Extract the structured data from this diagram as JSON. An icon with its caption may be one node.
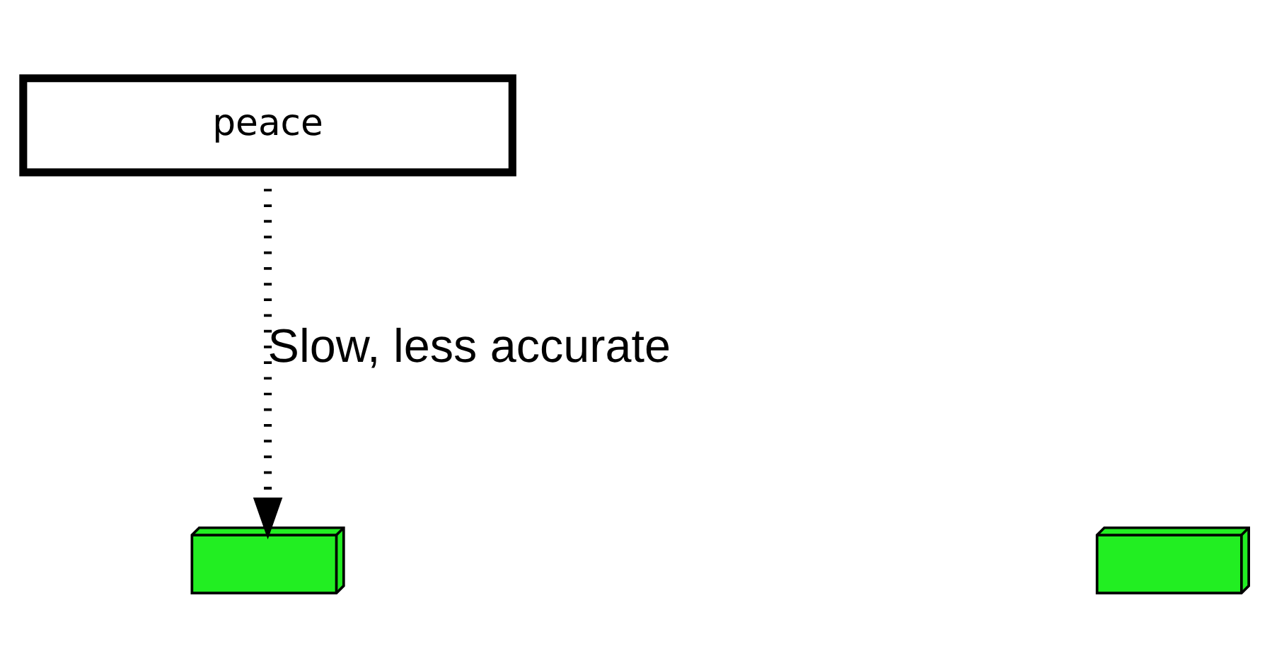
{
  "diagram": {
    "nodes": [
      {
        "text": [
          "peace"
        ]
      },
      {
        "text": [],
        "shape": "box"
      },
      {
        "text": [],
        "shape": "box"
      }
    ],
    "edges": [
      {
        "from": 0,
        "to": 1,
        "arrow": "to",
        "label": "Slow, less accurate",
        "style": "dashed"
      }
    ]
  }
}
